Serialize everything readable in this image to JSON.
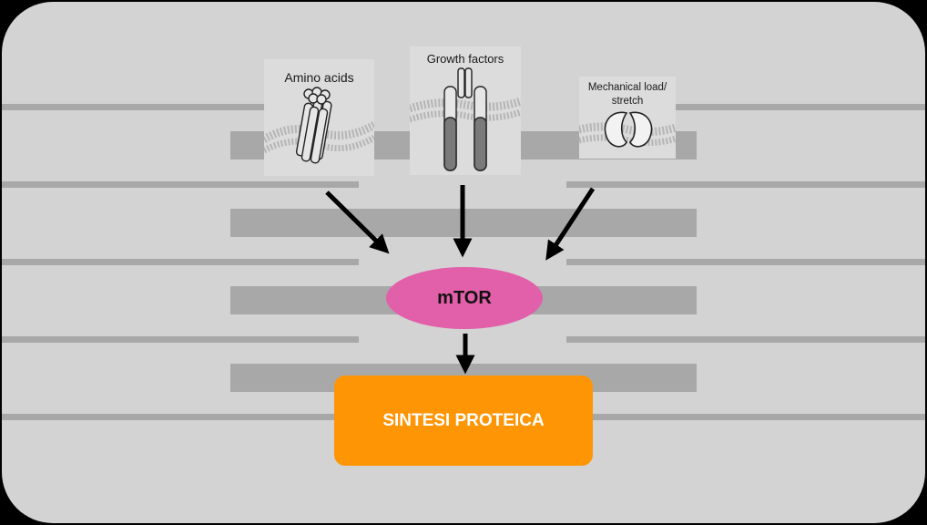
{
  "inputs": {
    "amino_acids": "Amino acids",
    "growth_factors": "Growth factors",
    "mechanical_line1": "Mechanical load/",
    "mechanical_line2": "stretch"
  },
  "hub": {
    "label": "mTOR"
  },
  "output": {
    "label": "SINTESI PROTEICA"
  },
  "colors": {
    "background_outer": "#000000",
    "panel": "#d3d3d3",
    "stripes": "#a8a8a8",
    "hub_fill": "#e25fa9",
    "output_fill": "#fe9504",
    "output_text": "#ffffff",
    "arrows": "#000000"
  }
}
